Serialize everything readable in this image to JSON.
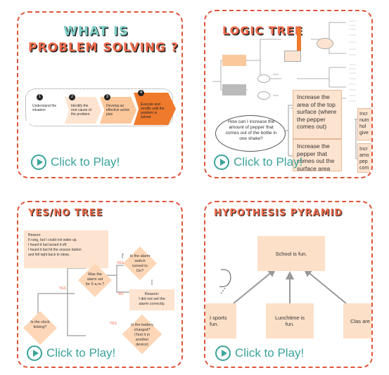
{
  "play_label": "Click to Play!",
  "card1": {
    "title_line1": "WHAT IS",
    "title_line2": "PROBLEM SOLVING ?",
    "steps": [
      {
        "num": "1",
        "text": "Understand the situation"
      },
      {
        "num": "2",
        "text": "Identify the root cause of the problem"
      },
      {
        "num": "3",
        "text": "Develop an effective action plan"
      },
      {
        "num": "4",
        "text": "Execute and modify until the problem is solved"
      }
    ]
  },
  "card2": {
    "title": "LOGIC TREE",
    "cloud": "How can I increase the amount of pepper that comes out of the bottle in one shake?",
    "box1": "Increase the area of the top surface (where the pepper comes out)",
    "box2": "Increase the pepper that comes out the surface area",
    "clip1": "Incr num hol give",
    "clip2": "Incr amo pep com"
  },
  "card3": {
    "title": "YES/NO TREE",
    "reason1": {
      "title": "Reason:",
      "lines": [
        "It rang, but I could not wake up.",
        "I heard it but turned it off.",
        "I heard it but hit the snooze button",
        "and fell right back to sleep."
      ]
    },
    "reason2": {
      "title": "Reason:",
      "lines": [
        "I did not set the",
        "alarm correctly."
      ]
    },
    "d_clock": "Is the clock ticking?",
    "d_alarm": "Was the alarm set for 6 a.m.?",
    "d_switch": "Is the alarm switch turned to On?",
    "d_battery": "Is the battery charged? (Test it in another device)",
    "yes": "YES",
    "no": "NO"
  },
  "card4": {
    "title": "HYPOTHESIS PYRAMID",
    "top": "School is fun.",
    "left": "I sports fun.",
    "mid": "Lunchtime is fun.",
    "right": "Clas are"
  }
}
